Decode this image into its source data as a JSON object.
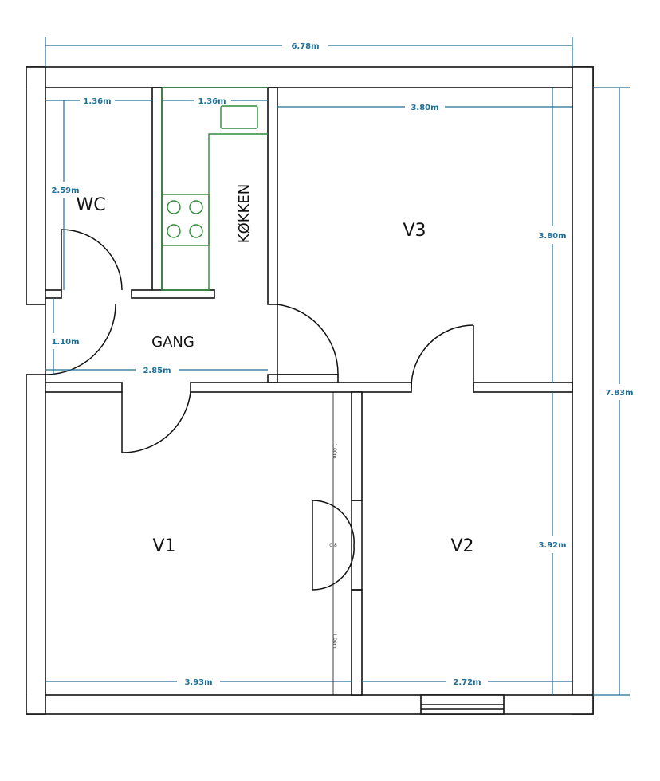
{
  "rooms": {
    "wc": "WC",
    "kitchen": "KØKKEN",
    "hall": "GANG",
    "v1": "V1",
    "v2": "V2",
    "v3": "V3"
  },
  "dimensions": {
    "overall_width": "6.78m",
    "overall_height": "7.83m",
    "wc_width": "1.36m",
    "kitchen_width": "1.36m",
    "v3_width": "3.80m",
    "v3_height": "3.80m",
    "wc_height": "2.59m",
    "hall_height": "1.10m",
    "hall_width": "2.85m",
    "v1_width": "3.93m",
    "v2_width": "2.72m",
    "v2_height": "3.92m",
    "v1_side_top": "1.00m",
    "v1_side_bottom": "1.00m",
    "door_mid": "0.8"
  },
  "colors": {
    "dimension": "#1f6f95",
    "wall": "#111111",
    "kitchen": "#2e8b3a"
  }
}
